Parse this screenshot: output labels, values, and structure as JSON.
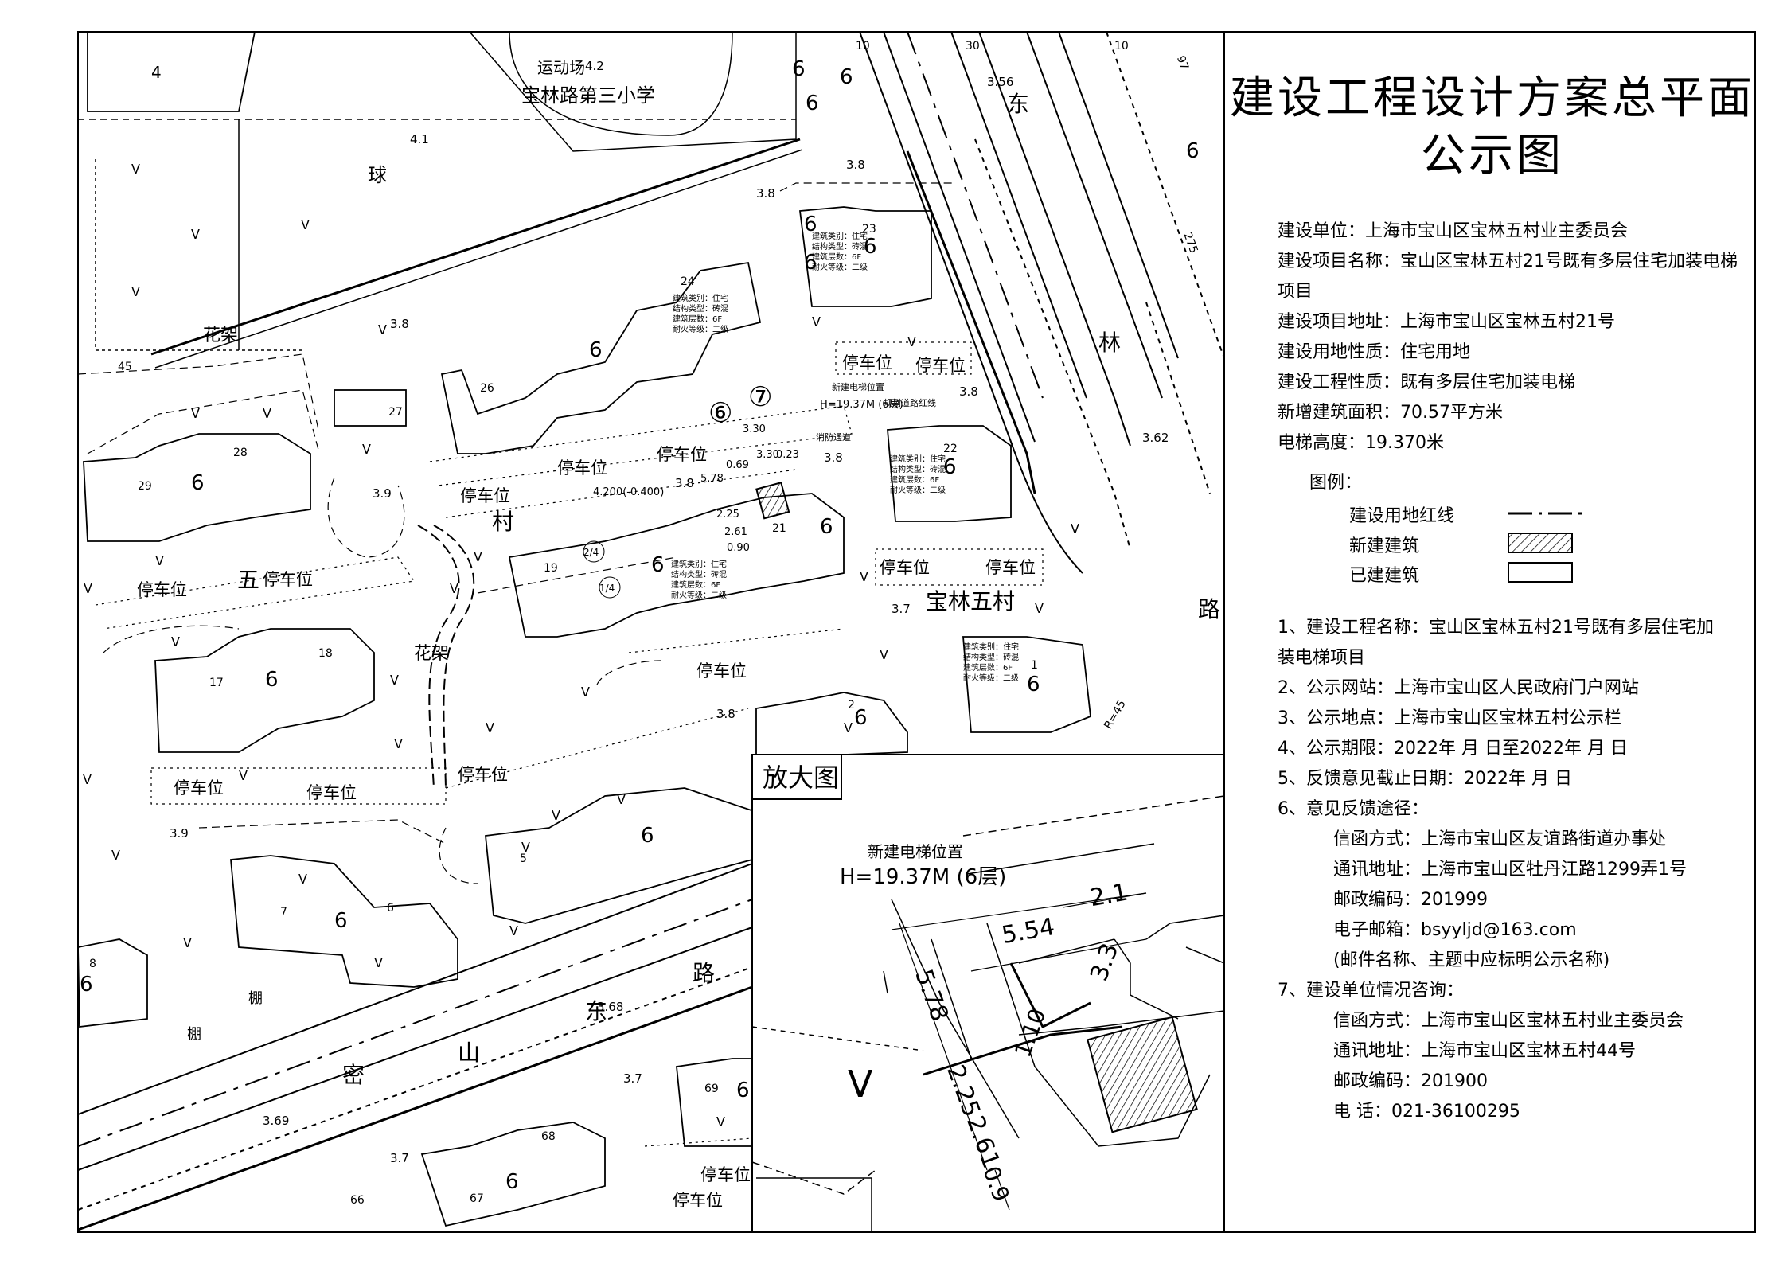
{
  "map_labels": {
    "sports_field": "运动场",
    "school": "宝林路第三小学",
    "ball": "球",
    "pergola_1": "花架",
    "pergola_2": "花架",
    "village_char_1": "村",
    "village_char_2": "五",
    "residential_area": "宝林五村",
    "road_east_1": "东",
    "road_lin": "林",
    "road_lu": "路",
    "road_mi": "密",
    "road_shan": "山",
    "road_dong": "东",
    "road_lu2": "路",
    "parking": "停车位",
    "shed": "棚",
    "fire_lane": "消防通道",
    "planned_red_line": "规划道路红线",
    "new_elevator_small": "新建电梯位置",
    "new_elevator_height_small": "H=19.37M (6层)",
    "elevations": [
      "4.2",
      "4.1",
      "3.8",
      "3.8",
      "3.8",
      "3.9",
      "3.8",
      "3.7",
      "3.62",
      "3.56",
      "3.8",
      "3.9",
      "3.68",
      "3.69",
      "3.7",
      "3.7",
      "3.8",
      "3.8"
    ],
    "storey_6": "6",
    "building_numbers": [
      "4",
      "23",
      "24",
      "26",
      "27",
      "28",
      "29",
      "19",
      "21",
      "22",
      "17",
      "18",
      "5",
      "6",
      "7",
      "8",
      "1",
      "2",
      "69",
      "68",
      "67",
      "66"
    ],
    "elevation_pair": "4.200(-0.400)",
    "dims_main": [
      "3.30",
      "0.69",
      "3.30",
      "0.23",
      "5.78",
      "2.25",
      "2.61",
      "0.90"
    ],
    "circle_labels": [
      "⑥",
      "⑦",
      "2/4",
      "1/4"
    ],
    "building_info": [
      "建筑类别：住宅",
      "结构类型：砖混",
      "建筑层数：6F",
      "耐火等级：二级"
    ],
    "road_widths": [
      "30",
      "10",
      "10",
      "275",
      "97",
      "45"
    ],
    "radius": "R=45"
  },
  "inset": {
    "title": "放大图",
    "elevator_label": "新建电梯位置",
    "elevator_height": "H=19.37M (6层)",
    "dim_554": "5.54",
    "dim_21": "2.1",
    "dim_33": "3.3",
    "dim_578": "5.78",
    "dim_225": "2.25",
    "dim_261": "2.61",
    "dim_09": "0.9",
    "dim_110": "1.10"
  },
  "panel": {
    "title_line1": "建设工程设计方案总平面",
    "title_line2": "公示图",
    "info": [
      "建设单位：上海市宝山区宝林五村业主委员会",
      "建设项目名称：宝山区宝林五村21号既有多层住宅加装电梯",
      "项目",
      "建设项目地址：上海市宝山区宝林五村21号",
      "建设用地性质：住宅用地",
      "建设工程性质：既有多层住宅加装电梯",
      "新增建筑面积：70.57平方米",
      "电梯高度：19.370米"
    ],
    "legend_title": "图例：",
    "legend": [
      "建设用地红线",
      "新建建筑",
      "已建建筑"
    ],
    "notes": [
      "1、建设工程名称：宝山区宝林五村21号既有多层住宅加",
      "装电梯项目",
      "2、公示网站：上海市宝山区人民政府门户网站",
      "3、公示地点：上海市宝山区宝林五村公示栏",
      "4、公示期限：2022年    月    日至2022年    月    日",
      "5、反馈意见截止日期：2022年    月    日",
      "6、意见反馈途径：",
      "信函方式：上海市宝山区友谊路街道办事处",
      "通讯地址：上海市宝山区牡丹江路1299弄1号",
      "邮政编码：201999",
      "电子邮箱：bsyyljd@163.com",
      "(邮件名称、主题中应标明公示名称)",
      "7、建设单位情况咨询：",
      "信函方式：上海市宝山区宝林五村业主委员会",
      "通讯地址：上海市宝山区宝林五村44号",
      "邮政编码：201900",
      "电    话：021-36100295"
    ]
  }
}
